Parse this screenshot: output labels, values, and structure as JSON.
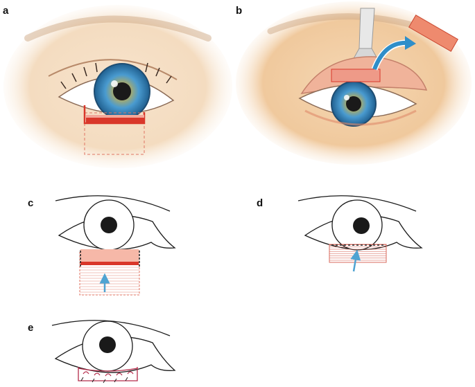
{
  "panels": [
    {
      "id": "a",
      "label": "a"
    },
    {
      "id": "b",
      "label": "b"
    },
    {
      "id": "c",
      "label": "c"
    },
    {
      "id": "d",
      "label": "d"
    },
    {
      "id": "e",
      "label": "e"
    }
  ],
  "colors": {
    "skin": "#f6dfc4",
    "skin_shadow": "#e7b98f",
    "iris": "#3f8fc2",
    "pupil": "#1a1a1a",
    "graft_fill": "#f3a79a",
    "graft_dark": "#d9372a",
    "graft_outline": "#e07563",
    "arrow_blue": "#5fb0d8",
    "suture": "#b52b4a",
    "line_art": "#1a1a1a"
  }
}
